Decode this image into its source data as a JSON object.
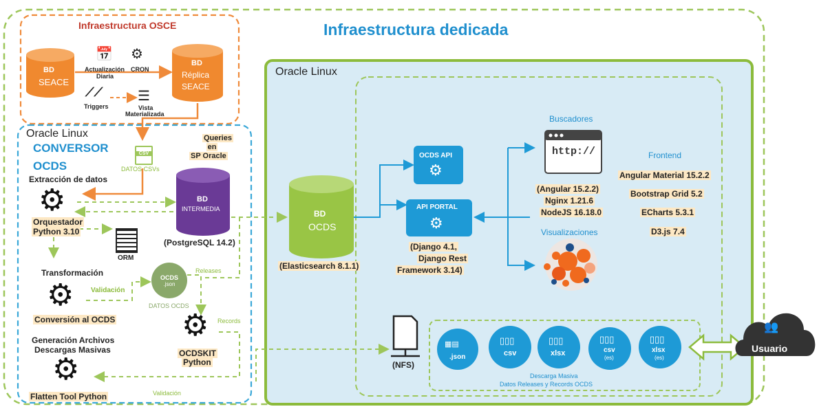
{
  "titles": {
    "main": "Infraestructura dedicada",
    "osce": "Infraestructura OSCE",
    "oracle_linux_left": "Oracle Linux",
    "oracle_linux_right": "Oracle Linux"
  },
  "osce": {
    "bd_seace": [
      "BD",
      "SEACE"
    ],
    "bd_replica": [
      "BD",
      "Réplica",
      "SEACE"
    ],
    "actualizacion": [
      "Actualización",
      "Diaria"
    ],
    "cron": "CRON",
    "triggers": "Triggers",
    "vista": [
      "Vista",
      "Materializada"
    ]
  },
  "conversor": {
    "title": [
      "CONVERSOR",
      "OCDS"
    ],
    "datos_csvs": "DATOS CSVs",
    "csv_icon": "CSV",
    "queries": [
      "Queries",
      "en",
      "SP Oracle"
    ],
    "extraccion": "Extracción de datos",
    "orquestador": [
      "Orquestador",
      "Python 3.10"
    ],
    "bd_intermedia": [
      "BD",
      "INTERMEDIA"
    ],
    "postgres": "(PostgreSQL 14.2)",
    "orm": "ORM",
    "transformacion": "Transformación",
    "validacion1": "Validación",
    "datos_ocds": "DATOS OCDS",
    "ocds_json": [
      "OCDS",
      ".json"
    ],
    "releases": "Releases",
    "conversion": "Conversión al OCDS",
    "records": "Records",
    "generacion": [
      "Generación Archivos",
      "Descargas Masivas"
    ],
    "ocdskit": [
      "OCDSKIT",
      "Python"
    ],
    "flatten": "Flatten Tool Python",
    "validacion2": "Validación"
  },
  "server": {
    "bd_ocds": [
      "BD",
      "OCDS"
    ],
    "elasticsearch": "(Elasticsearch 8.1.1)",
    "ocds_api": "OCDS API",
    "api_portal": "API PORTAL",
    "django": [
      "(Django 4.1,",
      "Django Rest",
      "Framework 3.14)"
    ],
    "buscadores": "Buscadores",
    "http_icon": "http://",
    "stack": [
      "(Angular 15.2.2)",
      "Nginx 1.21.6",
      "NodeJS 16.18.0"
    ],
    "visualizaciones": "Visualizaciones",
    "frontend_title": "Frontend",
    "frontend": [
      "Angular Material 15.2.2",
      "Bootstrap Grid 5.2",
      "ECharts 5.3.1",
      "D3.js 7.4"
    ],
    "nfs": "(NFS)",
    "downloads": [
      ".json",
      "csv",
      "xlsx",
      "csv",
      "xlsx"
    ],
    "downloads_sub": [
      "",
      "",
      "",
      "(es)",
      "(es)"
    ],
    "descarga": [
      "Descarga Masiva",
      "Datos Releases y Records  OCDS"
    ],
    "usuario": "Usuario"
  },
  "colors": {
    "outer_dash": "#9dc65a",
    "osce_dash": "#ef8a3a",
    "conversor_dash": "#3ba8d8",
    "server_fill": "#d8ebf5",
    "server_border": "#8cbb3c",
    "cylinder_orange": "#f0892f",
    "cylinder_green": "#99c545",
    "cylinder_purple": "#6a3a96",
    "blue_box": "#1e9ad6",
    "title_blue": "#1f8fce"
  }
}
